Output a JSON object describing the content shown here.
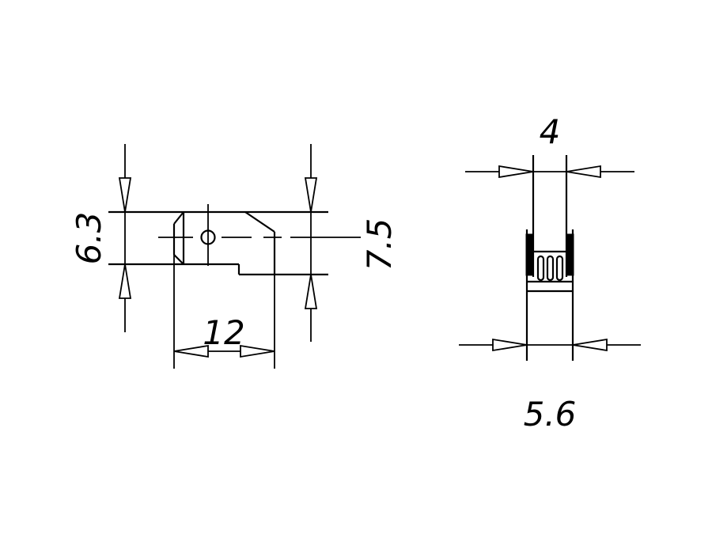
{
  "dimensions": {
    "height_left": "6.3",
    "height_right": "7.5",
    "length": "12",
    "width_top": "4",
    "width_bottom": "5.6"
  },
  "colors": {
    "line": "#000000",
    "background": "#ffffff"
  }
}
